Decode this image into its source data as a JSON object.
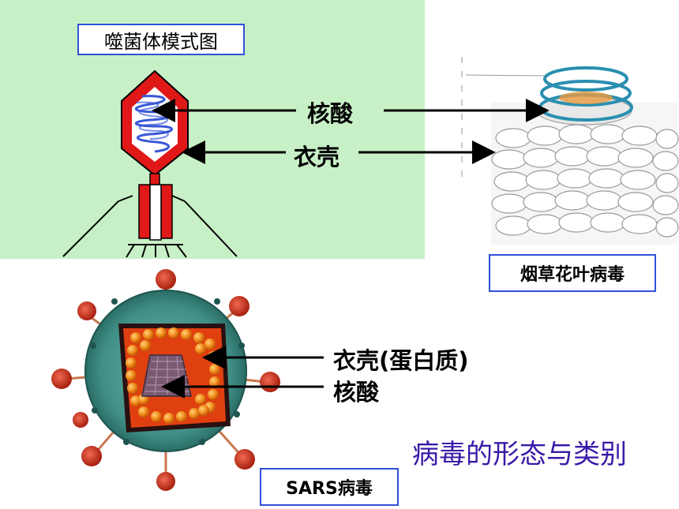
{
  "phage": {
    "title": "噬菌体模式图"
  },
  "tmv": {
    "caption": "烟草花叶病毒"
  },
  "sars": {
    "caption": "SARS病毒"
  },
  "labels": {
    "nucleic_acid_top": "核酸",
    "capsid_top": "衣壳",
    "capsid_protein": "衣壳(蛋白质)",
    "nucleic_acid_bottom": "核酸"
  },
  "slide_title": "病毒的形态与类别",
  "colors": {
    "phage_background": "#c8f0c6",
    "box_border": "#3050d8",
    "title_color": "#3a1aa8",
    "capsid_red": "#e01818",
    "dna_blue": "#3858d8"
  }
}
